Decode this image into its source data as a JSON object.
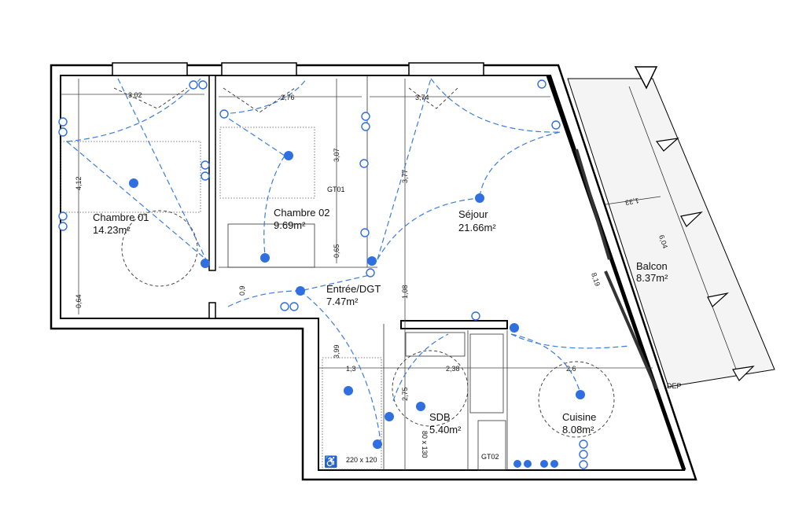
{
  "rooms": [
    {
      "name": "Chambre 01",
      "area": "14.23m²"
    },
    {
      "name": "Chambre 02",
      "area": "9.69m²"
    },
    {
      "name": "Séjour",
      "area": "21.66m²"
    },
    {
      "name": "Entrée/DGT",
      "area": "7.47m²"
    },
    {
      "name": "SDB",
      "area": "5.40m²"
    },
    {
      "name": "Cuisine",
      "area": "8.08m²"
    },
    {
      "name": "Balcon",
      "area": "8.37m²"
    }
  ],
  "dimensions": [
    "3,02",
    "2,76",
    "3,74",
    "4,12",
    "3,07",
    "3,77",
    "0,65",
    "0,64",
    "0,9",
    "1,08",
    "3,99",
    "1,3",
    "2,38",
    "2,75",
    "2,6",
    "8,19",
    "6,04",
    "1,33"
  ],
  "labels": {
    "gt01": "GT01",
    "gt02": "GT02",
    "dep": "DEP",
    "shower": "220 x 120",
    "tub": "80 x 130"
  },
  "colors": {
    "electrical": "#2f6fe0",
    "walls": "#000000"
  }
}
